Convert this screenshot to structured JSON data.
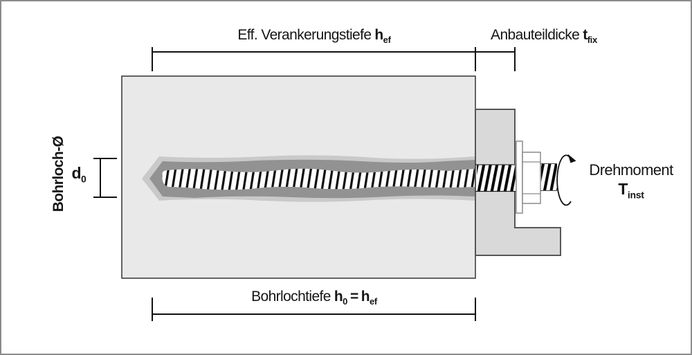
{
  "diagram": {
    "dim_top_left": {
      "text": "Eff. Verankerungstiefe",
      "symbol": "h",
      "subscript": "ef"
    },
    "dim_top_right": {
      "text": "Anbauteildicke",
      "symbol": "t",
      "subscript": "fix"
    },
    "dim_left_vertical": {
      "text": "Bohrloch-Ø"
    },
    "dim_diameter": {
      "symbol": "d",
      "subscript": "0"
    },
    "dim_bottom": {
      "text": "Bohrlochtiefe",
      "symbol1": "h",
      "subscript1": "0",
      "equals": "=",
      "symbol2": "h",
      "subscript2": "ef"
    },
    "torque": {
      "text": "Drehmoment",
      "symbol": "T",
      "subscript": "inst"
    }
  },
  "colors": {
    "background": "#ffffff",
    "frame": "#8b8b8b",
    "concrete": "#e9e9e9",
    "concrete_border": "#3f3f3f",
    "hole": "#929292",
    "hole_outline": "#c9c9c9",
    "bracket": "#d9d9d9",
    "bracket_border": "#565656",
    "thread": "#101010",
    "text": "#151515",
    "dimension": "#111111",
    "hardware_outline": "#8a8a8a"
  }
}
